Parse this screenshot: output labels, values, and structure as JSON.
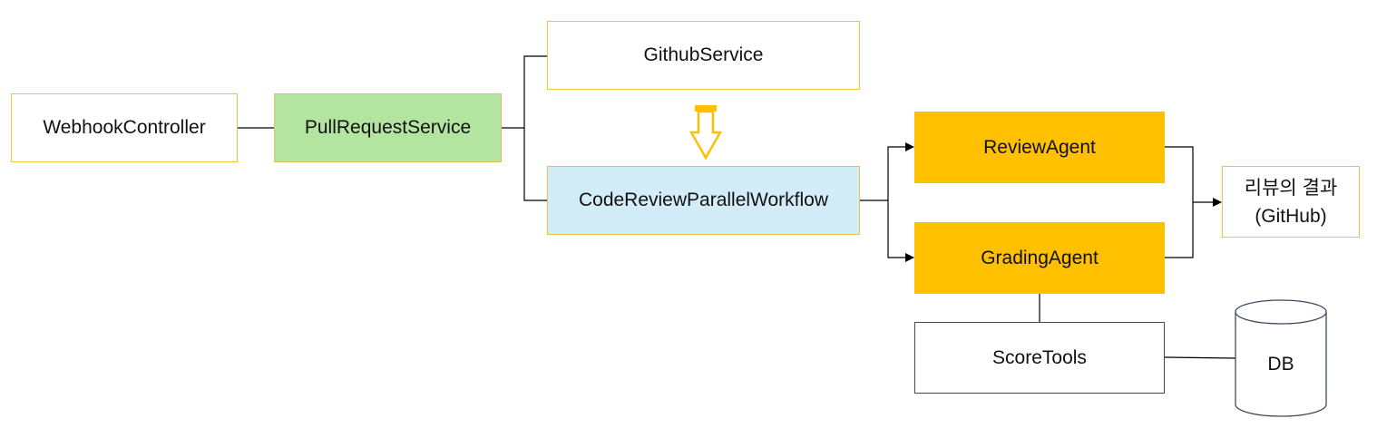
{
  "nodes": {
    "webhook_controller": "WebhookController",
    "pull_request_service": "PullRequestService",
    "github_service": "GithubService",
    "code_review_workflow": "CodeReviewParallelWorkflow",
    "review_agent": "ReviewAgent",
    "grading_agent": "GradingAgent",
    "score_tools": "ScoreTools",
    "db": "DB",
    "result_line1": "리뷰의 결과",
    "result_line2": "(GitHub)"
  },
  "colors": {
    "accent_gold": "#ffc000",
    "green": "#b3e5a1",
    "light_blue": "#d2edf8",
    "yellow_border": "#f2c33c",
    "dark_border": "#3c4a60"
  }
}
